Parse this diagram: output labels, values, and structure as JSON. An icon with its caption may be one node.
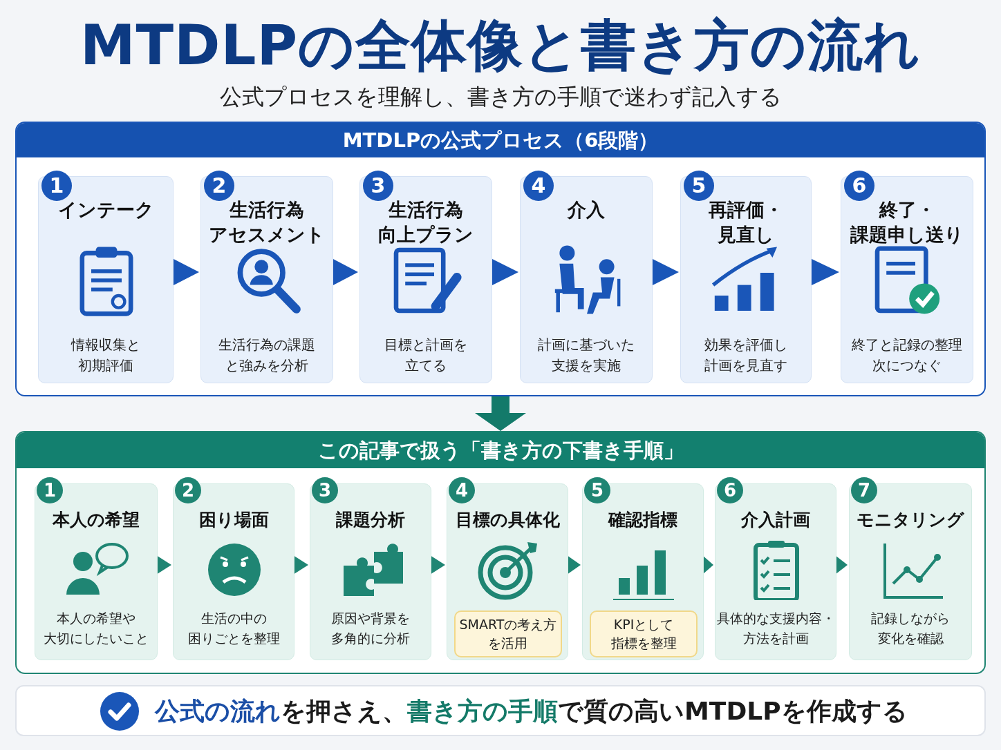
{
  "diagram": {
    "title": "MTDLPの全体像と書き方の流れ",
    "nodes": [
      {
        "text": [
          "MTDLPの公式プロセス（6段階）"
        ]
      },
      {
        "text": [
          "1",
          "インテーク",
          "情報収集と初期評価"
        ],
        "in": 0
      },
      {
        "text": [
          "2",
          "生活行為アセスメント",
          "生活行為の課題と強みを分析"
        ],
        "in": 0
      },
      {
        "text": [
          "3",
          "生活行為向上プラン",
          "目標と計画を立てる"
        ],
        "in": 0
      },
      {
        "text": [
          "4",
          "介入",
          "計画に基づいた支援を実施"
        ],
        "in": 0
      },
      {
        "text": [
          "5",
          "再評価・見直し",
          "効果を評価し計画を見直す"
        ],
        "in": 0
      },
      {
        "text": [
          "6",
          "終了・課題申し送り",
          "終了と記録の整理次につなぐ"
        ],
        "in": 0
      },
      {
        "text": [
          "この記事で扱う「書き方の下書き手順」"
        ]
      },
      {
        "text": [
          "1",
          "本人の希望",
          "本人の希望や大切にしたいこと"
        ],
        "in": 7
      },
      {
        "text": [
          "2",
          "困り場面",
          "生活の中の困りごとを整理"
        ],
        "in": 7
      },
      {
        "text": [
          "3",
          "課題分析",
          "原因や背景を多角的に分析"
        ],
        "in": 7
      },
      {
        "text": [
          "4",
          "目標の具体化"
        ],
        "in": 7
      },
      {
        "text": [
          "SMARTの考え方を活用"
        ],
        "in": 11
      },
      {
        "text": [
          "5",
          "確認指標"
        ],
        "in": 7
      },
      {
        "text": [
          "KPIとして指標を整理"
        ],
        "in": 13
      },
      {
        "text": [
          "6",
          "介入計画",
          "具体的な支援内容・方法を計画"
        ],
        "in": 7
      },
      {
        "text": [
          "7",
          "モニタリング",
          "記録しながら変化を確認"
        ],
        "in": 7
      },
      {
        "text": [
          "**公式の流れ**を押さえ、**書き方の手順**で質の高いMTDLPを作成する"
        ]
      }
    ],
    "edges": [
      {
        "from": 1,
        "to": 2,
        "arrow": "to"
      },
      {
        "from": 2,
        "to": 3,
        "arrow": "to"
      },
      {
        "from": 3,
        "to": 4,
        "arrow": "to"
      },
      {
        "from": 4,
        "to": 5,
        "arrow": "to"
      },
      {
        "from": 5,
        "to": 6,
        "arrow": "to"
      },
      {
        "from": 0,
        "to": 7,
        "arrow": "to"
      },
      {
        "from": 8,
        "to": 9,
        "arrow": "to"
      },
      {
        "from": 9,
        "to": 10,
        "arrow": "to"
      },
      {
        "from": 10,
        "to": 11,
        "arrow": "to"
      },
      {
        "from": 11,
        "to": 13,
        "arrow": "to"
      },
      {
        "from": 13,
        "to": 15,
        "arrow": "to"
      },
      {
        "from": 15,
        "to": 16,
        "arrow": "to"
      }
    ],
    "labels": [
      "公式プロセスを理解し、書き方の手順で迷わず記入する"
    ]
  }
}
